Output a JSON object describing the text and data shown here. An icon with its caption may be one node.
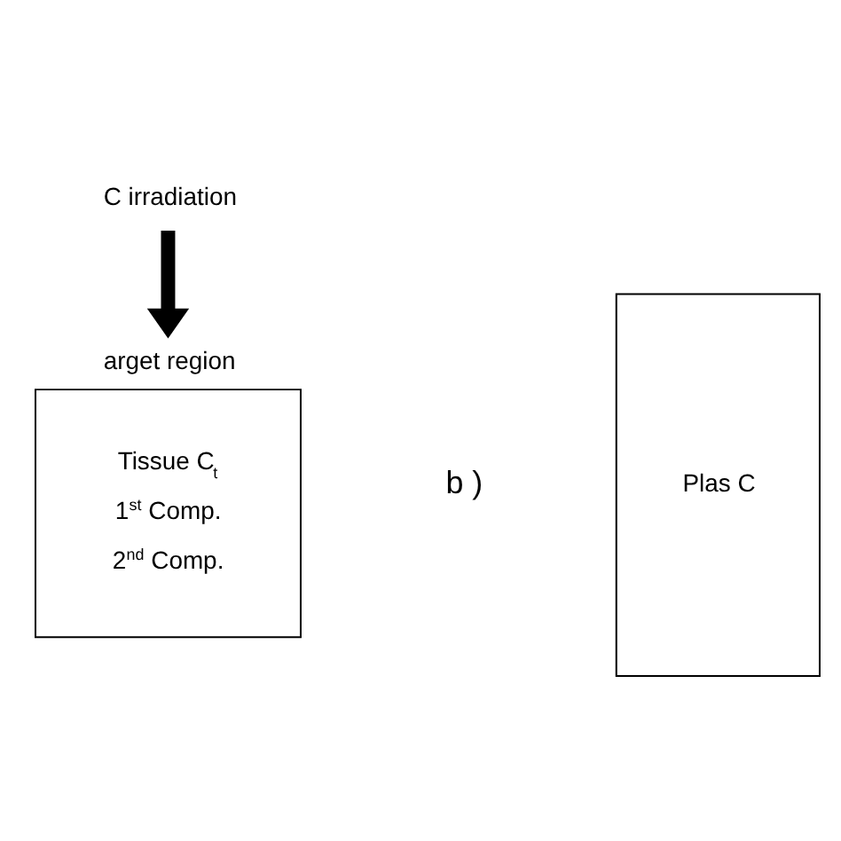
{
  "diagram": {
    "nodes": [
      {
        "text": [
          "C irradiation"
        ]
      },
      {
        "text": [
          "arget region",
          "Tissue C$_{t}$",
          "1$^{st}$ Comp.",
          "2$^{nd}$ Comp."
        ]
      },
      {
        "text": [
          "Plas C"
        ]
      }
    ],
    "edges": [
      {
        "from": 0,
        "to": 1,
        "arrow": "to"
      }
    ],
    "labels": [
      "b )"
    ]
  }
}
